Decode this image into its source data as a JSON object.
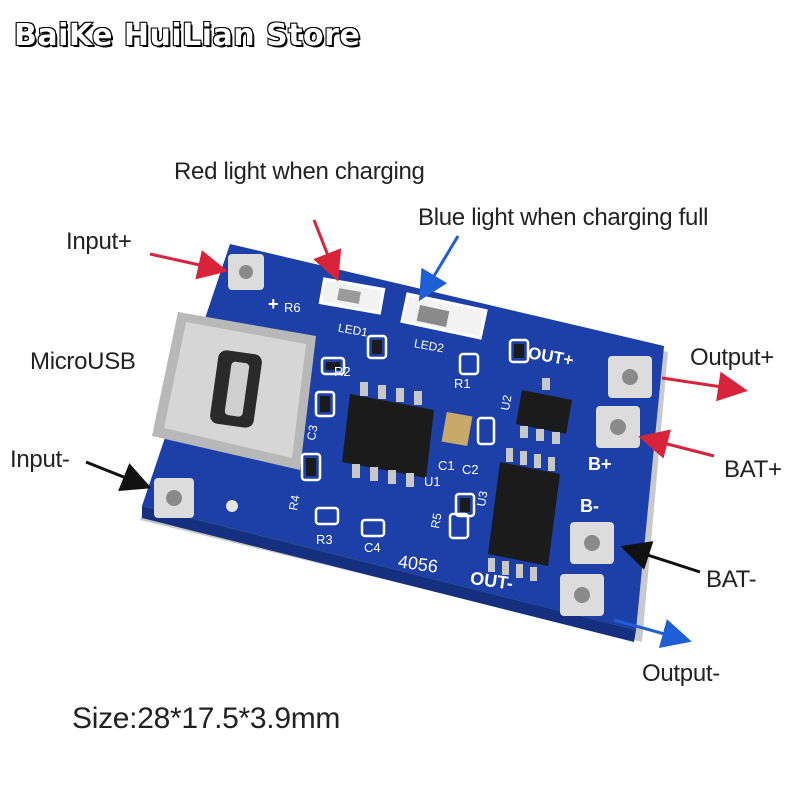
{
  "store": {
    "name": "BaiKe HuiLian Store"
  },
  "callouts": {
    "red_light": "Red light when charging",
    "blue_light": "Blue light when charging full",
    "input_plus": "Input+",
    "microusb": "MicroUSB",
    "input_minus": "Input-",
    "output_plus": "Output+",
    "bat_plus": "BAT+",
    "bat_minus": "BAT-",
    "output_minus": "Output-"
  },
  "size_note": "Size:28*17.5*3.9mm",
  "board": {
    "silkscreen": {
      "plus": "+",
      "r6": "R6",
      "led1": "LED1",
      "led2": "LED2",
      "r2": "R2",
      "r1": "R1",
      "out_plus": "OUT+",
      "u2": "U2",
      "r3": "R3",
      "c1": "C1",
      "c2": "C2",
      "c3": "C3",
      "c4": "C4",
      "r4": "R4",
      "r5": "R5",
      "u1": "U1",
      "u3": "U3",
      "b_plus": "B+",
      "b_minus": "B-",
      "model": "4056",
      "out_minus": "OUT-"
    }
  },
  "colors": {
    "pcb_blue": "#1d3fa8",
    "arrow_red": "#d8233a",
    "arrow_blue": "#1f5fd6",
    "arrow_black": "#111111"
  }
}
